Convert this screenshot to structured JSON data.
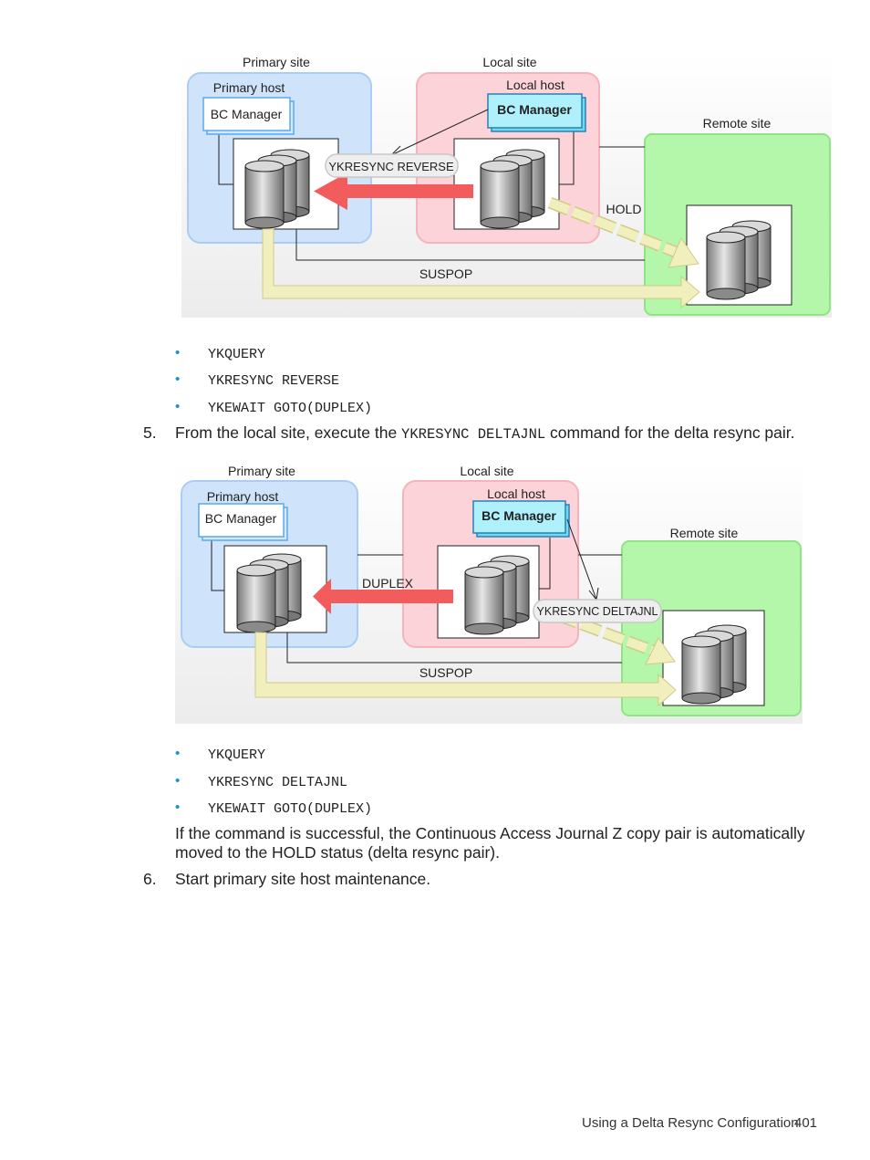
{
  "diagram1": {
    "primary_site": "Primary site",
    "primary_host": "Primary host",
    "bc_manager_primary": "BC Manager",
    "local_site": "Local site",
    "local_host": "Local host",
    "bc_manager_local": "BC Manager",
    "remote_site": "Remote site",
    "command_bubble": "YKRESYNC REVERSE",
    "hold_label": "HOLD",
    "suspop_label": "SUSPOP"
  },
  "list1": [
    "YKQUERY",
    "YKRESYNC REVERSE",
    "YKEWAIT GOTO(DUPLEX)"
  ],
  "step5": {
    "number": "5.",
    "text_before": "From the local site, execute the ",
    "command": "YKRESYNC DELTAJNL",
    "text_after": " command for the delta resync pair."
  },
  "diagram2": {
    "primary_site": "Primary site",
    "primary_host": "Primary host",
    "bc_manager_primary": "BC Manager",
    "local_site": "Local site",
    "local_host": "Local host",
    "bc_manager_local": "BC Manager",
    "remote_site": "Remote site",
    "duplex_label": "DUPLEX",
    "command_bubble": "YKRESYNC DELTAJNL",
    "suspop_label": "SUSPOP"
  },
  "list2": [
    "YKQUERY",
    "YKRESYNC DELTAJNL",
    "YKEWAIT GOTO(DUPLEX)"
  ],
  "paragraph": {
    "line1": "If the command is successful, the Continuous Access Journal Z copy pair is automatically",
    "line2": "moved to the HOLD status (delta resync pair)."
  },
  "step6": {
    "number": "6.",
    "text": "Start primary site host maintenance."
  },
  "footer": {
    "title": "Using a Delta Resync Configuration",
    "page": "401"
  },
  "colors": {
    "primary_site": "#cfe3fa",
    "local_site": "#fbd3d8",
    "remote_site": "#b4f7aa",
    "red_arrow": "#f25c5c",
    "yellow_arrow": "#f1efbd",
    "bullet": "#1a90c8"
  }
}
